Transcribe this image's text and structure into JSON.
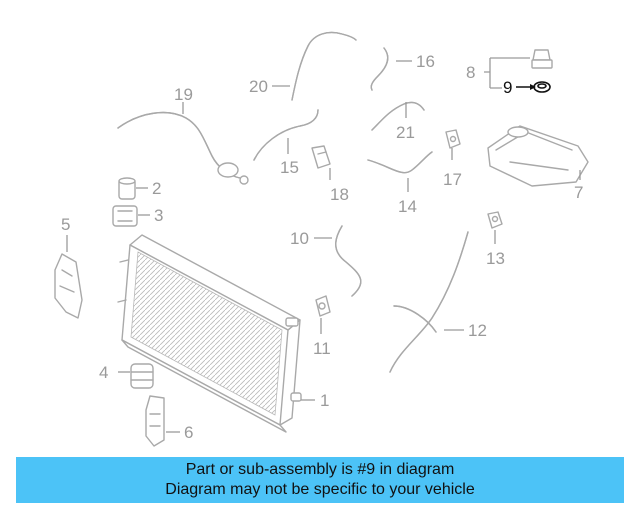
{
  "callouts": {
    "c1": "1",
    "c2": "2",
    "c3": "3",
    "c4": "4",
    "c5": "5",
    "c6": "6",
    "c7": "7",
    "c8": "8",
    "c9": "9",
    "c10": "10",
    "c11": "11",
    "c12": "12",
    "c13": "13",
    "c14": "14",
    "c15": "15",
    "c16": "16",
    "c17": "17",
    "c18": "18",
    "c19": "19",
    "c20": "20",
    "c21": "21"
  },
  "highlight_color": "#111111",
  "part_color": "#a9a9a9",
  "banner": {
    "line1": "Part or sub-assembly is #9 in diagram",
    "line2": "Diagram may not be specific to your vehicle",
    "background": "#4cc3f7"
  }
}
